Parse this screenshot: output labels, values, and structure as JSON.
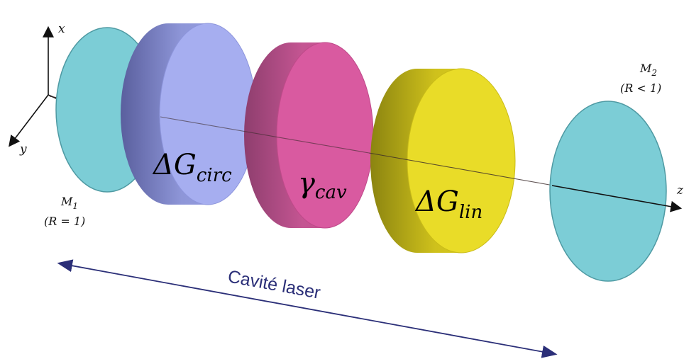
{
  "axes": {
    "x": "x",
    "y": "y",
    "z": "z"
  },
  "mirror1": {
    "name": "M",
    "sub": "1",
    "reflectivity": "(R = 1)"
  },
  "mirror2": {
    "name": "M",
    "sub": "2",
    "reflectivity": "(R < 1)"
  },
  "elements": {
    "circ": {
      "symbol": "ΔG",
      "sub": "circ"
    },
    "cav": {
      "symbol": "γ",
      "sub": "cav"
    },
    "lin": {
      "symbol": "ΔG",
      "sub": "lin"
    }
  },
  "cavity_label": "Cavité laser",
  "colors": {
    "mirror": "#7ccdd6",
    "circ": "#a6aef0",
    "cav": "#d95aa0",
    "lin": "#e9dc28",
    "cavity_arrow": "#2b2f78"
  }
}
